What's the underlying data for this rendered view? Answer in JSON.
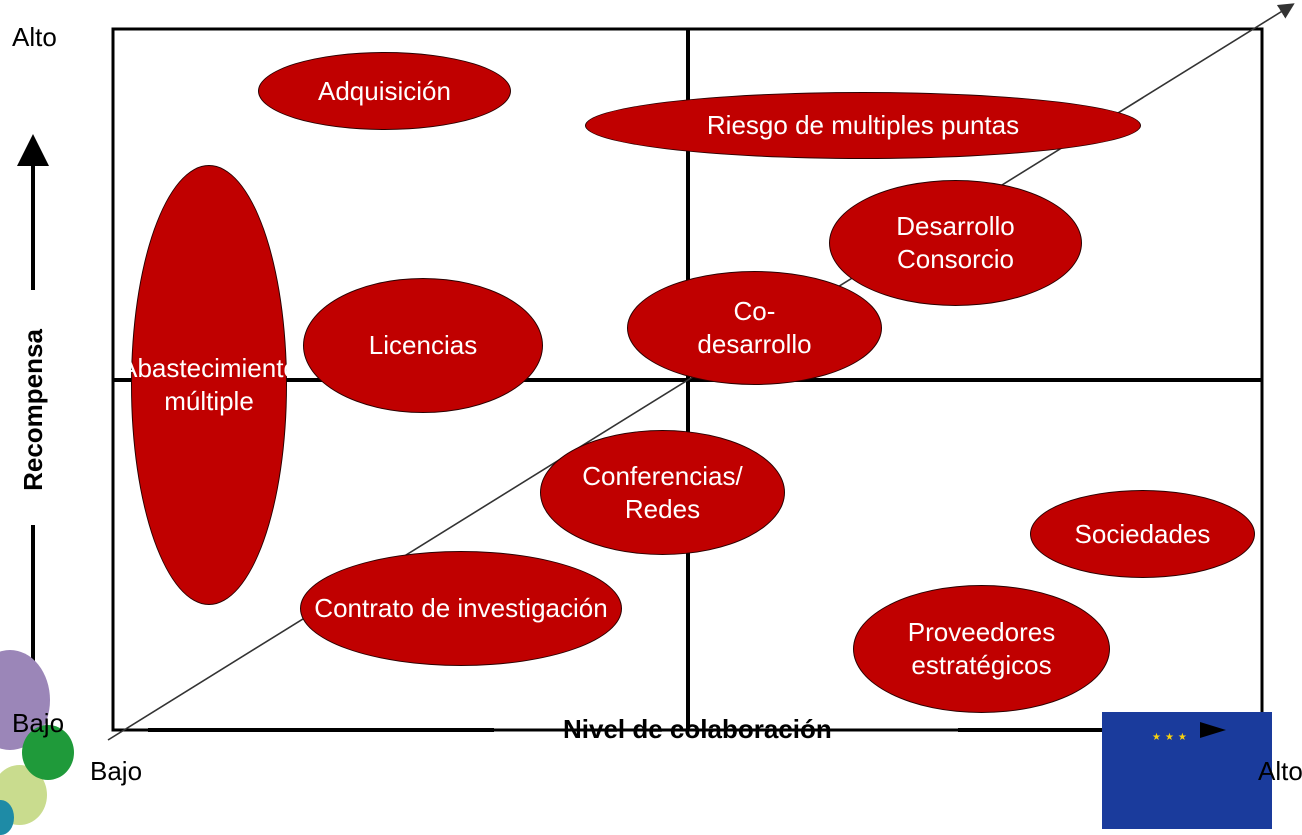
{
  "diagram": {
    "x_axis": {
      "title": "Nivel de colaboración",
      "low": "Bajo",
      "high": "Alto"
    },
    "y_axis": {
      "title": "Recompensa",
      "low": "Bajo",
      "high": "Alto"
    },
    "items": [
      {
        "id": "adquisicion",
        "text": "Adquisición"
      },
      {
        "id": "riesgo",
        "text": "Riesgo de multiples puntas"
      },
      {
        "id": "desarrollo-consorcio",
        "text": "Desarrollo\nConsorcio"
      },
      {
        "id": "licencias",
        "text": "Licencias"
      },
      {
        "id": "co-desarrollo",
        "text": "Co-\ndesarrollo"
      },
      {
        "id": "abastecimiento",
        "text": "Abastecimiento\nmúltiple"
      },
      {
        "id": "conferencias",
        "text": "Conferencias/\nRedes"
      },
      {
        "id": "sociedades",
        "text": "Sociedades"
      },
      {
        "id": "contrato",
        "text": "Contrato de investigación"
      },
      {
        "id": "proveedores",
        "text": "Proveedores\nestratégicos"
      }
    ]
  },
  "colors": {
    "ellipse_fill": "#c00000",
    "ellipse_text": "#ffffff",
    "grid_lines": "#000000",
    "diagonal_arrow": "#333333",
    "logo_purple": "#9b86b8",
    "logo_green": "#1f9a3a",
    "logo_light_green": "#c9dc8e",
    "flag_blue": "#1a3b9c"
  }
}
